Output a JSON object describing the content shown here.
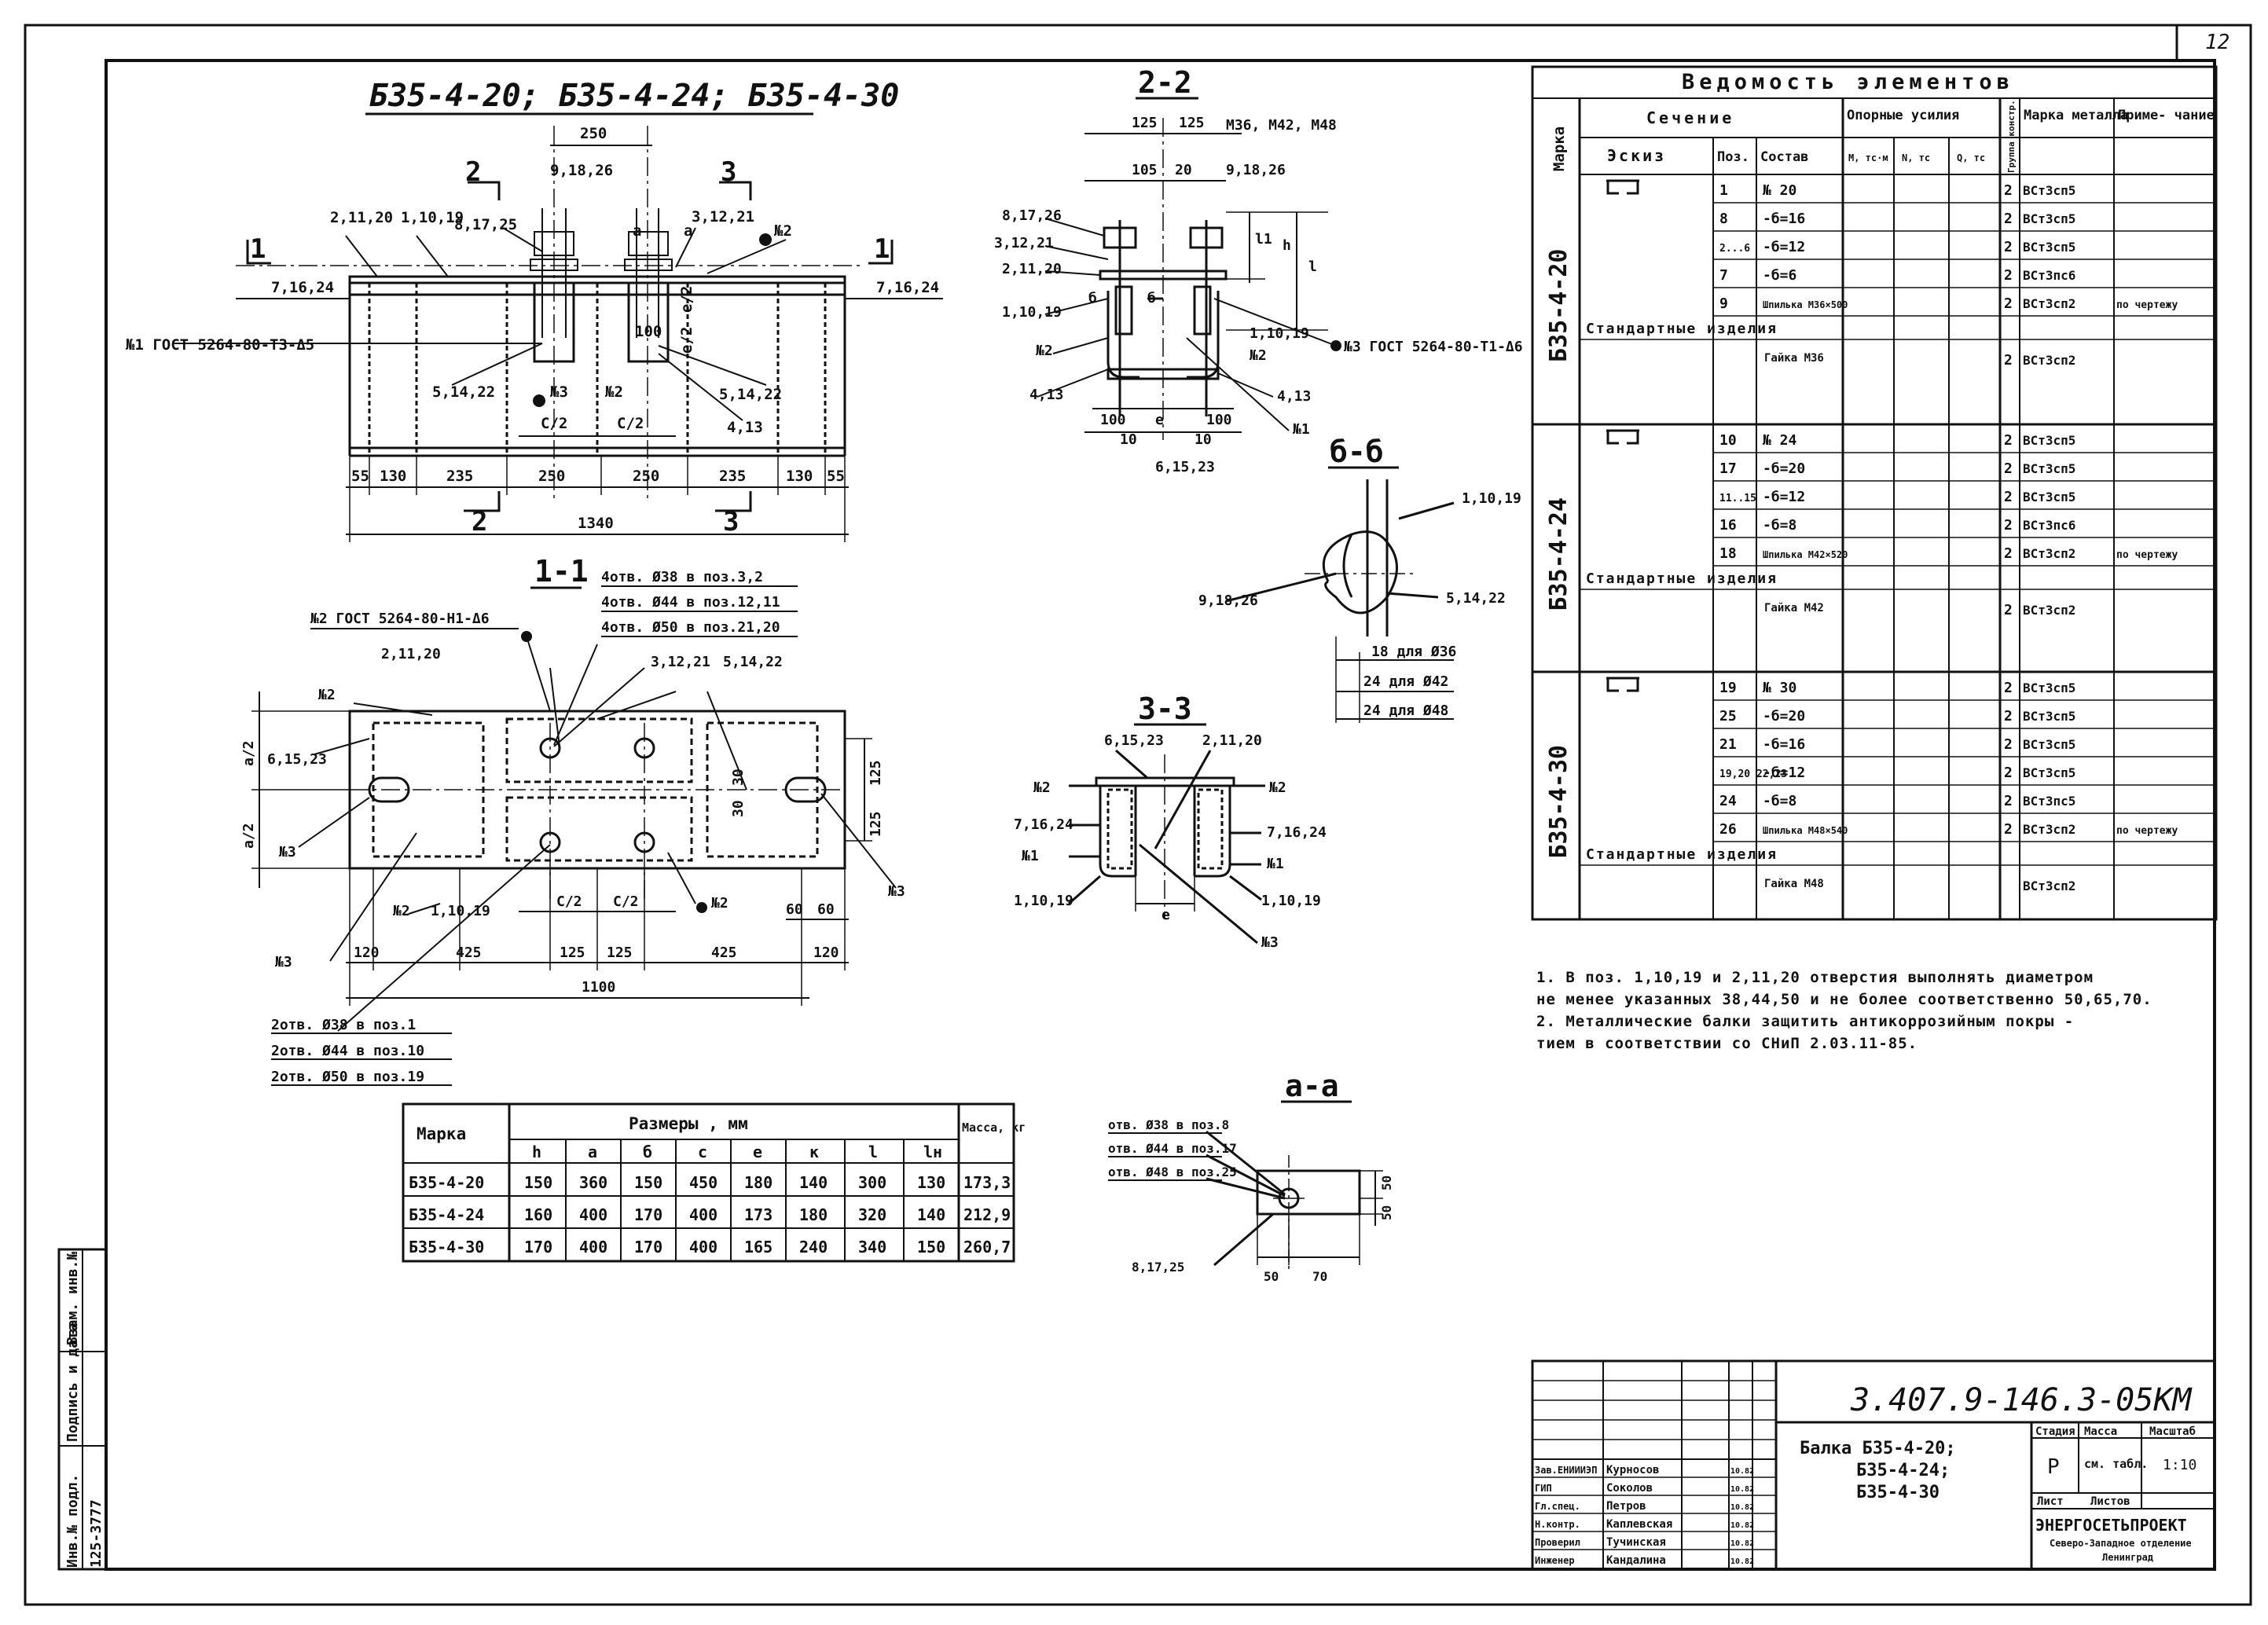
{
  "sheet_no": "12",
  "main_title": "Б35-4-20; Б35-4-24; Б35-4-30",
  "views": {
    "plan": {
      "labels_top": [
        "250",
        "9,18,26",
        "3,12,21",
        "8,17,25",
        "2,11,20",
        "1,10,19",
        "7,16,24",
        "7,16,24",
        "№2",
        "a",
        "a",
        "2",
        "3",
        "1",
        "1"
      ],
      "weld_note": "№1 ГОСТ 5264-80-Т3-Δ5",
      "labels_mid": [
        "5,14,22",
        "5,14,22",
        "4,13",
        "№3",
        "№2",
        "C/2",
        "C/2",
        "100",
        "e/2",
        "e/2"
      ],
      "dims": [
        "55",
        "130",
        "235",
        "250",
        "250",
        "235",
        "130",
        "55"
      ],
      "total": "1340",
      "sec_marks": [
        "2",
        "3"
      ]
    },
    "sec22": {
      "title": "2-2",
      "labels": [
        "125",
        "125",
        "105",
        "20",
        "М36, М42, М48",
        "9,18,26",
        "8,17,26",
        "3,12,21",
        "2,11,20",
        "1,10,19",
        "№2",
        "4,13",
        "100",
        "100",
        "10",
        "10",
        "e",
        "6,15,23",
        "№3 ГОСТ 5264-80-Т1-Δ6",
        "1,10,19",
        "№2",
        "4,13",
        "№1",
        "б",
        "б",
        "h",
        "l",
        "l1"
      ]
    },
    "secbb": {
      "title": "б-б",
      "labels": [
        "1,10,19",
        "9,18,26",
        "5,14,22",
        "18 для Ø36",
        "24 для Ø42",
        "24 для Ø48"
      ]
    },
    "sec11": {
      "title": "1-1",
      "hole_notes": [
        "4отв. Ø38 в поз.3,2",
        "4отв. Ø44 в поз.12,11",
        "4отв. Ø50 в поз.21,20"
      ],
      "weld_note": "№2 ГОСТ 5264-80-Н1-Δ6",
      "labels": [
        "2,11,20",
        "№2",
        "6,15,23",
        "3,12,21",
        "5,14,22",
        "№3",
        "№2",
        "1,10,19",
        "№3",
        "№2",
        "№3",
        "C/2",
        "C/2",
        "a/2",
        "a/2",
        "125",
        "125",
        "30",
        "30",
        "60",
        "60"
      ],
      "dims": [
        "120",
        "425",
        "125",
        "125",
        "425",
        "120"
      ],
      "total": "1100",
      "bottom_notes": [
        "2отв. Ø38 в поз.1",
        "2отв. Ø44 в поз.10",
        "2отв. Ø50 в поз.19"
      ]
    },
    "sec33": {
      "title": "3-3",
      "labels": [
        "6,15,23",
        "2,11,20",
        "№2",
        "№2",
        "7,16,24",
        "7,16,24",
        "№1",
        "№1",
        "1,10,19",
        "1,10,19",
        "№3",
        "e"
      ]
    },
    "secaa": {
      "title": "a-a",
      "labels": [
        "отв. Ø38 в поз.8",
        "отв. Ø44 в поз.17",
        "отв. Ø48 в поз.25",
        "8,17,25",
        "50",
        "50",
        "50",
        "70"
      ]
    }
  },
  "dims_table": {
    "header_mark": "Марка",
    "header_group": "Размеры , мм",
    "header_mass": "Масса, кг",
    "cols": [
      "h",
      "a",
      "б",
      "c",
      "e",
      "к",
      "l",
      "lн"
    ],
    "rows": [
      {
        "mark": "Б35-4-20",
        "vals": [
          "150",
          "360",
          "150",
          "450",
          "180",
          "140",
          "300",
          "130"
        ],
        "mass": "173,3"
      },
      {
        "mark": "Б35-4-24",
        "vals": [
          "160",
          "400",
          "170",
          "400",
          "173",
          "180",
          "320",
          "140"
        ],
        "mass": "212,9"
      },
      {
        "mark": "Б35-4-30",
        "vals": [
          "170",
          "400",
          "170",
          "400",
          "165",
          "240",
          "340",
          "150"
        ],
        "mass": "260,7"
      }
    ]
  },
  "schedule": {
    "title": "Ведомость элементов",
    "h_mark": "Марка",
    "h_section": "Сечение",
    "h_sketch": "Эскиз",
    "h_pos": "Поз.",
    "h_comp": "Состав",
    "h_support": "Опорные усилия",
    "h_m": "М, тс·м",
    "h_n": "N, тс",
    "h_q": "Q, тс",
    "h_group": "Группа констр.",
    "h_steel": "Марка металла",
    "h_note": "Приме- чание",
    "std": "Стандартные изделия",
    "groups": [
      {
        "mark": "Б35-4-20",
        "rows": [
          {
            "pos": "1",
            "comp": "№ 20",
            "grp": "2",
            "steel": "ВСт3сп5",
            "note": ""
          },
          {
            "pos": "8",
            "comp": "-б=16",
            "grp": "2",
            "steel": "ВСт3сп5",
            "note": ""
          },
          {
            "pos": "2...6",
            "comp": "-б=12",
            "grp": "2",
            "steel": "ВСт3сп5",
            "note": ""
          },
          {
            "pos": "7",
            "comp": "-б=6",
            "grp": "2",
            "steel": "ВСт3пс6",
            "note": ""
          },
          {
            "pos": "9",
            "comp": "Шпилька М36×500",
            "grp": "2",
            "steel": "ВСт3сп2",
            "note": "по чертежу"
          }
        ],
        "std_row": {
          "comp": "Гайка М36",
          "grp": "2",
          "steel": "ВСт3сп2"
        }
      },
      {
        "mark": "Б35-4-24",
        "rows": [
          {
            "pos": "10",
            "comp": "№ 24",
            "grp": "2",
            "steel": "ВСт3сп5",
            "note": ""
          },
          {
            "pos": "17",
            "comp": "-б=20",
            "grp": "2",
            "steel": "ВСт3сп5",
            "note": ""
          },
          {
            "pos": "11..15",
            "comp": "-б=12",
            "grp": "2",
            "steel": "ВСт3сп5",
            "note": ""
          },
          {
            "pos": "16",
            "comp": "-б=8",
            "grp": "2",
            "steel": "ВСт3пс6",
            "note": ""
          },
          {
            "pos": "18",
            "comp": "Шпилька М42×520",
            "grp": "2",
            "steel": "ВСт3сп2",
            "note": "по чертежу"
          }
        ],
        "std_row": {
          "comp": "Гайка М42",
          "grp": "2",
          "steel": "ВСт3сп2"
        }
      },
      {
        "mark": "Б35-4-30",
        "rows": [
          {
            "pos": "19",
            "comp": "№ 30",
            "grp": "2",
            "steel": "ВСт3сп5",
            "note": ""
          },
          {
            "pos": "25",
            "comp": "-б=20",
            "grp": "2",
            "steel": "ВСт3сп5",
            "note": ""
          },
          {
            "pos": "21",
            "comp": "-б=16",
            "grp": "2",
            "steel": "ВСт3сп5",
            "note": ""
          },
          {
            "pos": "19,20 22,23",
            "comp": "-б=12",
            "grp": "2",
            "steel": "ВСт3сп5",
            "note": ""
          },
          {
            "pos": "24",
            "comp": "-б=8",
            "grp": "2",
            "steel": "ВСт3пс5",
            "note": ""
          },
          {
            "pos": "26",
            "comp": "Шпилька М48×540",
            "grp": "2",
            "steel": "ВСт3сп2",
            "note": "по чертежу"
          }
        ],
        "std_row": {
          "comp": "Гайка М48",
          "grp": "",
          "steel": "ВСт3сп2"
        }
      }
    ]
  },
  "notes": [
    "1. В поз. 1,10,19 и 2,11,20 отверстия выполнять диаметром",
    "не менее указанных 38,44,50 и не более соответственно 50,65,70.",
    "2. Металлические балки защитить антикоррозийным покры -",
    "тием в соответствии со СНиП 2.03.11-85."
  ],
  "title_block": {
    "code": "3.407.9-146.3-05КМ",
    "name": [
      "Балка Б35-4-20;",
      "Б35-4-24;",
      "Б35-4-30"
    ],
    "stage_h": "Стадия",
    "mass_h": "Масса",
    "scale_h": "Масштаб",
    "stage": "Р",
    "mass": "см. табл.",
    "scale": "1:10",
    "sheet_h": "Лист",
    "sheets_h": "Листов",
    "org": [
      "ЭНЕРГОСЕТЬПРОЕКТ",
      "Северо-Западное отделение",
      "Ленинград"
    ],
    "people": [
      {
        "role": "Зав.ЕНИИИЭП",
        "name": "Курносов",
        "date": "10.82"
      },
      {
        "role": "ГИП",
        "name": "Соколов",
        "date": "10.82"
      },
      {
        "role": "Гл.спец.",
        "name": "Петров",
        "date": "10.82"
      },
      {
        "role": "Н.контр.",
        "name": "Каплевская",
        "date": "10.82"
      },
      {
        "role": "Проверил",
        "name": "Тучинская",
        "date": "10.82"
      },
      {
        "role": "Инженер",
        "name": "Кандалина",
        "date": "10.82"
      }
    ]
  },
  "margin_labels": [
    "Инв.№ подл.",
    "Подпись и дата",
    "Взам. инв.№",
    "125-3777"
  ]
}
